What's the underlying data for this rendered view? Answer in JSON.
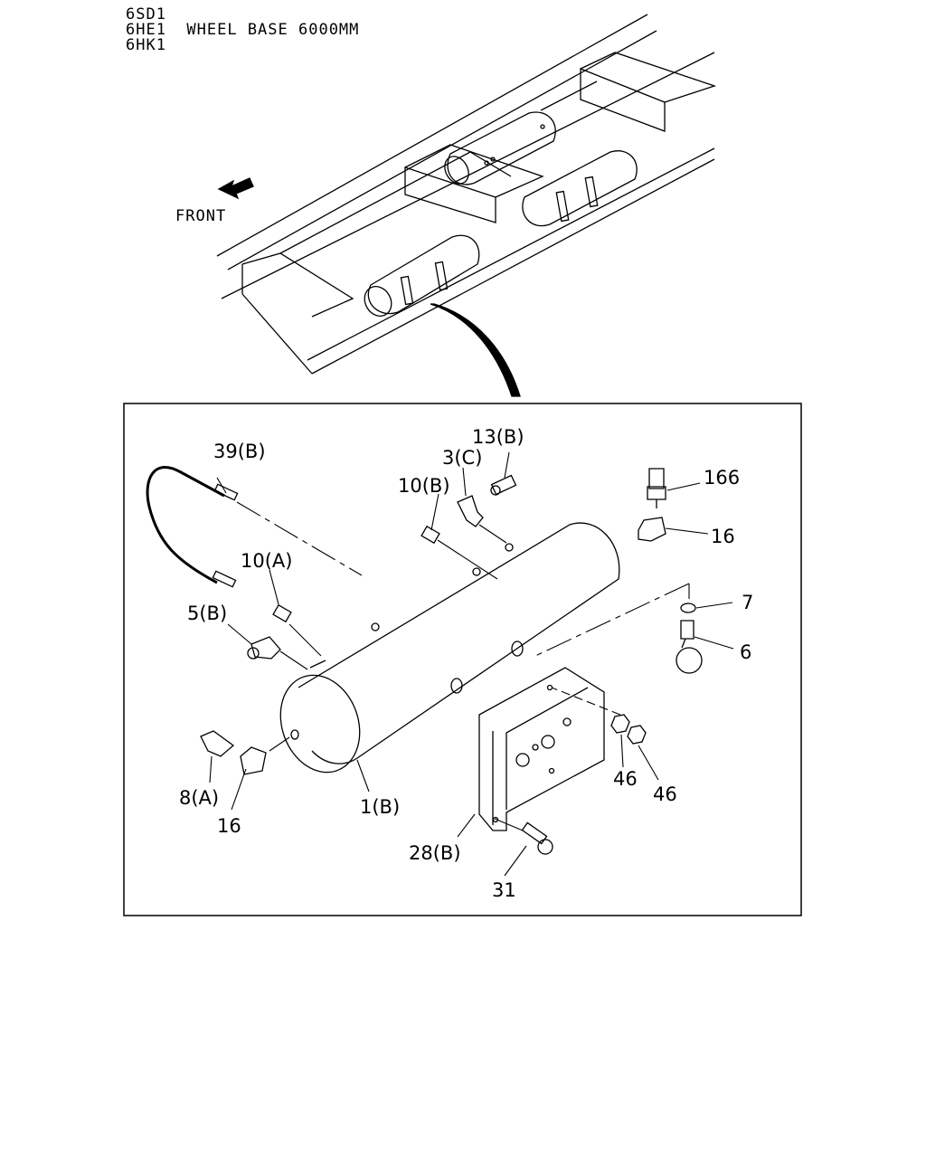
{
  "header": {
    "line1": "6SD1",
    "line2": "6HE1  WHEEL BASE 6000MM",
    "line3": "6HK1"
  },
  "front_label": "FRONT",
  "callouts": {
    "c_39b": "39(B)",
    "c_13b": "13(B)",
    "c_3c": "3(C)",
    "c_10b": "10(B)",
    "c_166": "166",
    "c_16_top": "16",
    "c_10a": "10(A)",
    "c_7": "7",
    "c_5b": "5(B)",
    "c_6": "6",
    "c_8a": "8(A)",
    "c_16_bottom": "16",
    "c_1b": "1(B)",
    "c_46_left": "46",
    "c_46_right": "46",
    "c_28b": "28(B)",
    "c_31": "31"
  }
}
